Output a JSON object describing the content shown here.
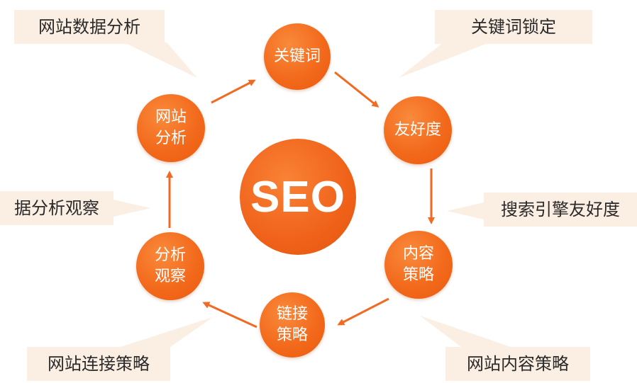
{
  "center_label": "SEO",
  "nodes": {
    "keyword": "关键词",
    "friendliness": "友好度",
    "content_strategy": {
      "line1": "内容",
      "line2": "策略"
    },
    "link_strategy": {
      "line1": "链接",
      "line2": "策略"
    },
    "analysis_observe": {
      "line1": "分析",
      "line2": "观察"
    },
    "site_analysis": {
      "line1": "网站",
      "line2": "分析"
    }
  },
  "callouts": {
    "site_data_analysis": "网站数据分析",
    "keyword_lock": "关键词锁定",
    "search_engine_friendliness": "搜索引擎友好度",
    "data_analysis_observe": "据分析观察",
    "site_link_strategy": "网站连接策略",
    "site_content_strategy": "网站内容策略"
  },
  "colors": {
    "node": "#f36a1c",
    "arrow": "#f26a21",
    "callout_bg": "#fbeee2",
    "callout_text": "#2a2a2a"
  }
}
